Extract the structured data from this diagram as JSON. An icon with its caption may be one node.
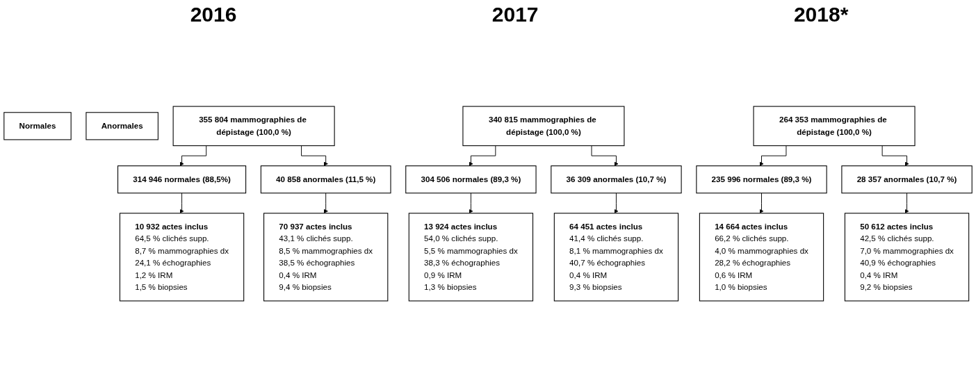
{
  "diagram": {
    "nodes": [
      {
        "text": [
          "Normales"
        ]
      },
      {
        "text": [
          "Anormales"
        ]
      },
      {
        "text": [
          "355 804 mammographies de dépistage (100,0 %)"
        ]
      },
      {
        "text": [
          "314 946 normales (88,5%)"
        ]
      },
      {
        "text": [
          "10 932 actes inclus",
          "64,5 % clichés supp.",
          "8,7 % mammographies dx",
          "24,1 % échographies",
          "1,2 % IRM",
          "1,5 % biopsies"
        ]
      },
      {
        "text": [
          "40 858 anormales (11,5 %)"
        ]
      },
      {
        "text": [
          "70 937 actes inclus",
          "43,1 % clichés supp.",
          "8,5 % mammographies dx",
          "38,5 % échographies",
          "0,4 % IRM",
          "9,4 % biopsies"
        ]
      },
      {
        "text": [
          "340 815 mammographies de dépistage (100,0 %)"
        ]
      },
      {
        "text": [
          "304 506 normales (89,3 %)"
        ]
      },
      {
        "text": [
          "13 924 actes inclus",
          "54,0 % clichés supp.",
          "5,5 % mammographies dx",
          "38,3 % échographies",
          "0,9 % IRM",
          "1,3 % biopsies"
        ]
      },
      {
        "text": [
          "36 309 anormales (10,7 %)"
        ]
      },
      {
        "text": [
          "64 451 actes inclus",
          "41,4 % clichés supp.",
          "8,1 % mammographies dx",
          "40,7 % échographies",
          "0,4 % IRM",
          "9,3 % biopsies"
        ]
      },
      {
        "text": [
          "264 353 mammographies de dépistage (100,0 %)"
        ]
      },
      {
        "text": [
          "235 996 normales (89,3 %)"
        ]
      },
      {
        "text": [
          "14 664 actes inclus",
          "66,2 % clichés supp.",
          "4,0 % mammographies dx",
          "28,2 % échographies",
          "0,6 % IRM",
          "1,0 % biopsies"
        ]
      },
      {
        "text": [
          "28 357 anormales (10,7 %)"
        ]
      },
      {
        "text": [
          "50 612 actes inclus",
          "42,5 % clichés supp.",
          "7,0 % mammographies dx",
          "40,9 % échographies",
          "0,4 % IRM",
          "9,2 % biopsies"
        ]
      }
    ],
    "edges": [
      {
        "from": 2,
        "to": 3,
        "arrow": "to"
      },
      {
        "from": 3,
        "to": 4,
        "arrow": "to"
      },
      {
        "from": 2,
        "to": 5,
        "arrow": "to"
      },
      {
        "from": 5,
        "to": 6,
        "arrow": "to"
      },
      {
        "from": 7,
        "to": 8,
        "arrow": "to"
      },
      {
        "from": 8,
        "to": 9,
        "arrow": "to"
      },
      {
        "from": 7,
        "to": 10,
        "arrow": "to"
      },
      {
        "from": 10,
        "to": 11,
        "arrow": "to"
      },
      {
        "from": 12,
        "to": 13,
        "arrow": "to"
      },
      {
        "from": 13,
        "to": 14,
        "arrow": "to"
      },
      {
        "from": 12,
        "to": 15,
        "arrow": "to"
      },
      {
        "from": 15,
        "to": 16,
        "arrow": "to"
      }
    ],
    "labels": [
      "2016",
      "2017",
      "2018*"
    ]
  }
}
